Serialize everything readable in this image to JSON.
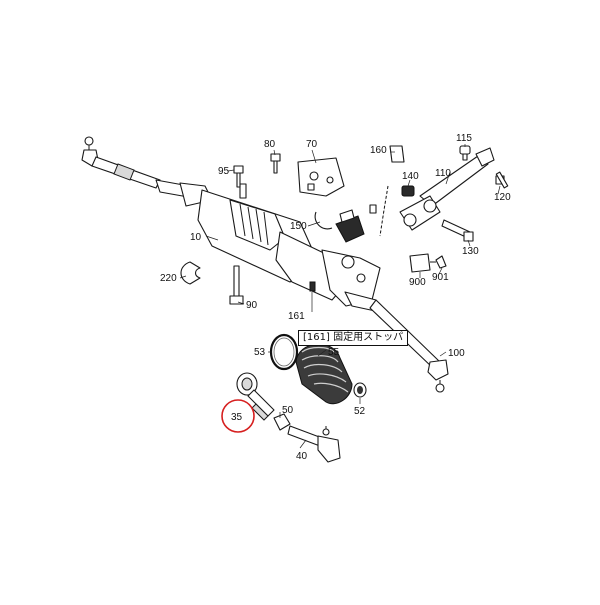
{
  "labels": {
    "p115": "115",
    "p80": "80",
    "p70": "70",
    "p160": "160",
    "p110": "110",
    "p95": "95",
    "p140": "140",
    "p120": "120",
    "p10": "10",
    "p150": "150",
    "p130": "130",
    "p220": "220",
    "p90": "90",
    "p900": "900",
    "p901": "901",
    "p161": "161",
    "p53": "53",
    "p55": "55",
    "p100": "100",
    "p35": "35",
    "p50": "50",
    "p52": "52",
    "p40": "40"
  },
  "callout": "[161] 固定用ストッパ",
  "highlight_color": "#d61f1f"
}
